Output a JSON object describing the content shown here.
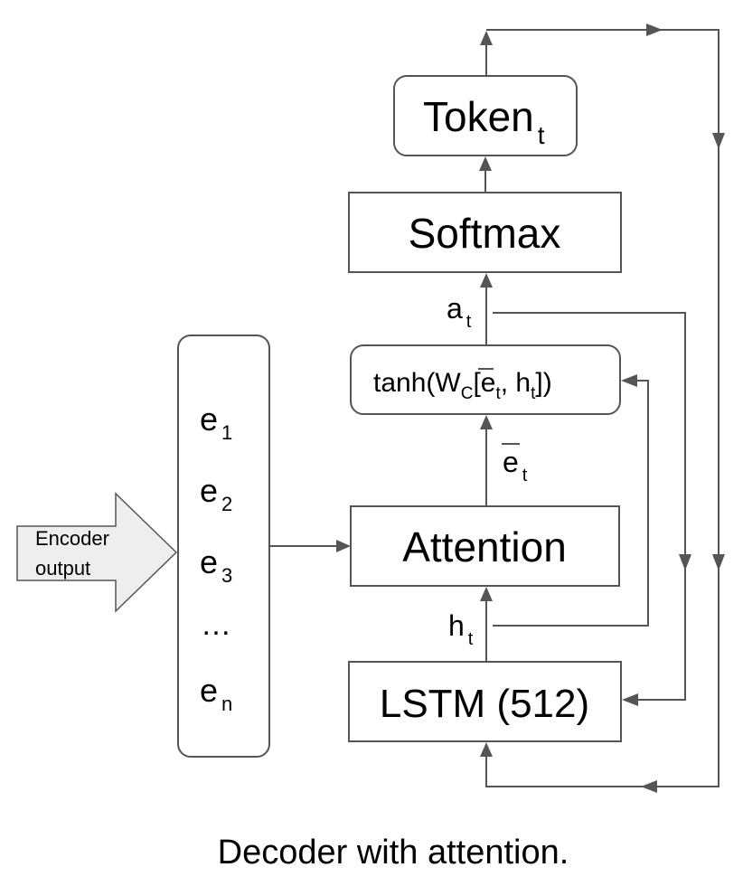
{
  "nodes": {
    "token": {
      "label": "Token",
      "sub": "t"
    },
    "softmax": {
      "label": "Softmax"
    },
    "tanh": {
      "pre": "tanh(W",
      "sub_c": "C",
      "bracket_open": "[",
      "ebar": "e",
      "sub_t1": "t",
      "comma_h": ", h",
      "sub_t2": "t",
      "close": "])"
    },
    "attention": {
      "label": "Attention"
    },
    "lstm": {
      "label": "LSTM (512)"
    },
    "encoder_arrow": {
      "line1": "Encoder",
      "line2": "output"
    },
    "encoder_list": [
      {
        "name": "e",
        "sub": "1"
      },
      {
        "name": "e",
        "sub": "2"
      },
      {
        "name": "e",
        "sub": "3"
      },
      {
        "name": "…",
        "sub": ""
      },
      {
        "name": "e",
        "sub": "n"
      }
    ]
  },
  "edge_labels": {
    "a_t": {
      "main": "a",
      "sub": "t"
    },
    "e_bar_t": {
      "main": "e",
      "sub": "t"
    },
    "h_t": {
      "main": "h",
      "sub": "t"
    }
  },
  "caption": "Decoder with attention.",
  "colors": {
    "stroke": "#555555",
    "encoder_fill": "#eeeeee",
    "text": "#000000"
  }
}
